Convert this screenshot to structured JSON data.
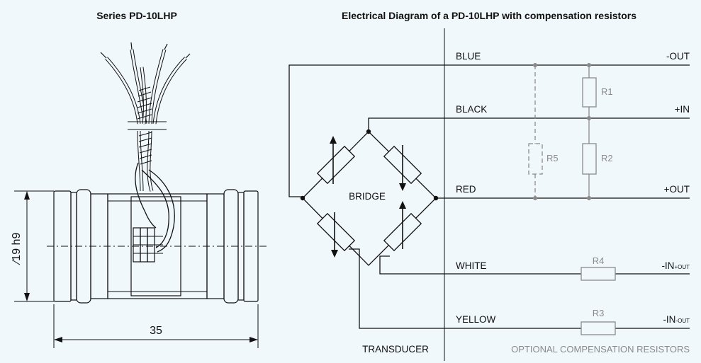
{
  "left_panel": {
    "title": "Series PD-10LHP",
    "diameter_label": "∕19 h9",
    "length_label": "35"
  },
  "right_panel": {
    "title": "Electrical Diagram of a PD-10LHP with compensation resistors",
    "bridge_label": "BRIDGE",
    "transducer_label": "TRANSDUCER",
    "optional_label": "OPTIONAL COMPENSATION RESISTORS",
    "wires": [
      {
        "color": "BLUE",
        "signal": "-OUT"
      },
      {
        "color": "BLACK",
        "signal": "+IN"
      },
      {
        "color": "RED",
        "signal": "+OUT"
      },
      {
        "color": "WHITE",
        "signal": "-IN",
        "signal_sub": "+OUT"
      },
      {
        "color": "YELLOW",
        "signal": "-IN",
        "signal_sub": "-OUT"
      }
    ],
    "resistors": {
      "r1": "R1",
      "r2": "R2",
      "r3": "R3",
      "r4": "R4",
      "r5": "R5"
    }
  },
  "colors": {
    "background": "#f1f8fc",
    "line": "#111111",
    "optional": "#8a8a8a"
  }
}
